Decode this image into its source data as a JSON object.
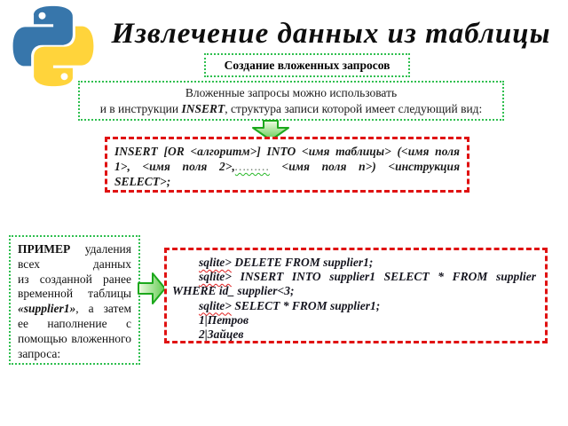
{
  "slide": {
    "title": "Извлечение данных из таблицы",
    "subtitle": "Создание вложенных запросов",
    "intro": {
      "line1": "Вложенные запросы можно использовать",
      "line2_pre": "и в инструкции ",
      "line2_keyword": "INSERT",
      "line2_post": ", структура записи которой имеет следующий вид:"
    },
    "syntax": {
      "line1": "INSERT [OR <алгоритм>] INTO <имя таблицы> (<имя поля",
      "line2_pre": "1>, <имя поля 2>,",
      "line2_dots": "………",
      "line2_post": "<имя поля n>) <инструкция",
      "line3": "SELECT>;"
    },
    "example": {
      "l1_bold": "ПРИМЕР",
      "l1_rest": "удаления",
      "l2": "всех данных",
      "l3": "из созданной ранее",
      "l4": "временной таблицы",
      "l5_bold": "«supplier1»",
      "l5_rest": ", а затем",
      "l6": "ее наполнение с",
      "l7": "помощью вложенного",
      "l8": "запроса:"
    },
    "console": {
      "prompt": "sqlite>",
      "l1": "DELETE FROM supplier1;",
      "l2": "INSERT INTO supplier1 SELECT * FROM supplier",
      "l2_cont": "WHERE id_ supplier<3;",
      "l3": "SELECT * FROM supplier1;",
      "row1": "1|Петров",
      "row2": "2|Зайцев"
    },
    "icons": {
      "logo": "python-logo-icon",
      "arrow_down": "arrow-down-icon",
      "arrow_right": "arrow-right-icon"
    },
    "colors": {
      "green_border": "#2fbf4f",
      "red_border": "#e01212",
      "arrow_green": "#1ca81c",
      "python_blue": "#3776AB",
      "python_yellow": "#FFD43B"
    }
  }
}
